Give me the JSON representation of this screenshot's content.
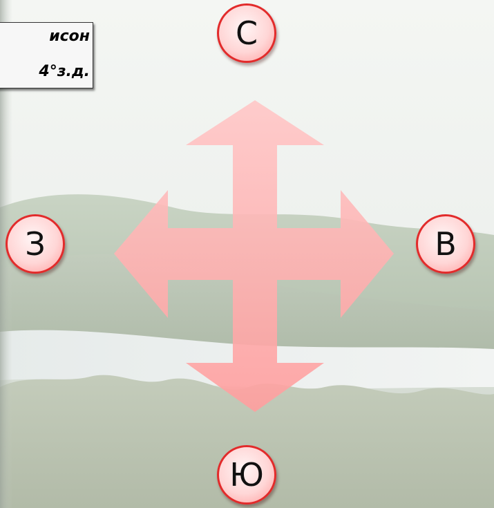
{
  "info_box": {
    "line1": "исон",
    "line2": "4°з.д."
  },
  "compass": {
    "north": "С",
    "west": "З",
    "east": "В",
    "south": "Ю"
  },
  "colors": {
    "arrow_fill": "#ffb0b0",
    "circle_border": "#e22b2b",
    "circle_fill": "#ffd6d6",
    "sky": "#eef2f0",
    "hills": "#b9c7b4"
  },
  "icons": {
    "cross": "four-way-arrow-icon"
  }
}
